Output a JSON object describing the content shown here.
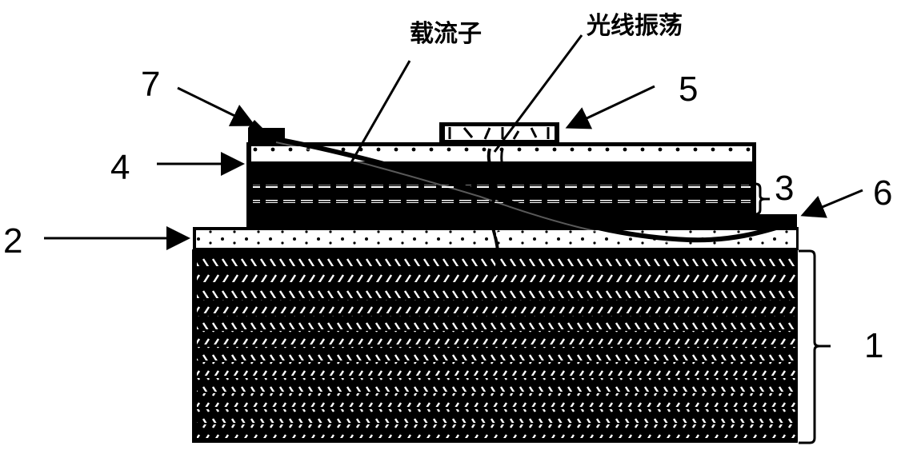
{
  "figure": {
    "type": "layered device cross-section",
    "colors": {
      "ink": "#000000",
      "paper": "#ffffff"
    }
  },
  "annotations": {
    "carrier": "载流子",
    "light_oscillation": "光线振荡"
  },
  "labels": {
    "l1": "1",
    "l2": "2",
    "l3": "3",
    "l4": "4",
    "l5": "5",
    "l6": "6",
    "l7": "7"
  },
  "layers": [
    {
      "id": "1",
      "name": "substrate",
      "pattern": "alternating diagonal hatch stripes",
      "rows": 12
    },
    {
      "id": "2",
      "name": "bottom dotted layer",
      "pattern": "dots"
    },
    {
      "id": "3",
      "name": "active multilayer (bracketed)",
      "pattern": "solid with dashed lines"
    },
    {
      "id": "4",
      "name": "top dotted layer",
      "pattern": "dots"
    },
    {
      "id": "5",
      "name": "top element (mirror/grating)",
      "pattern": "hatched block"
    },
    {
      "id": "6",
      "name": "lower electrode",
      "pattern": "solid"
    },
    {
      "id": "7",
      "name": "upper electrode",
      "pattern": "solid"
    }
  ]
}
